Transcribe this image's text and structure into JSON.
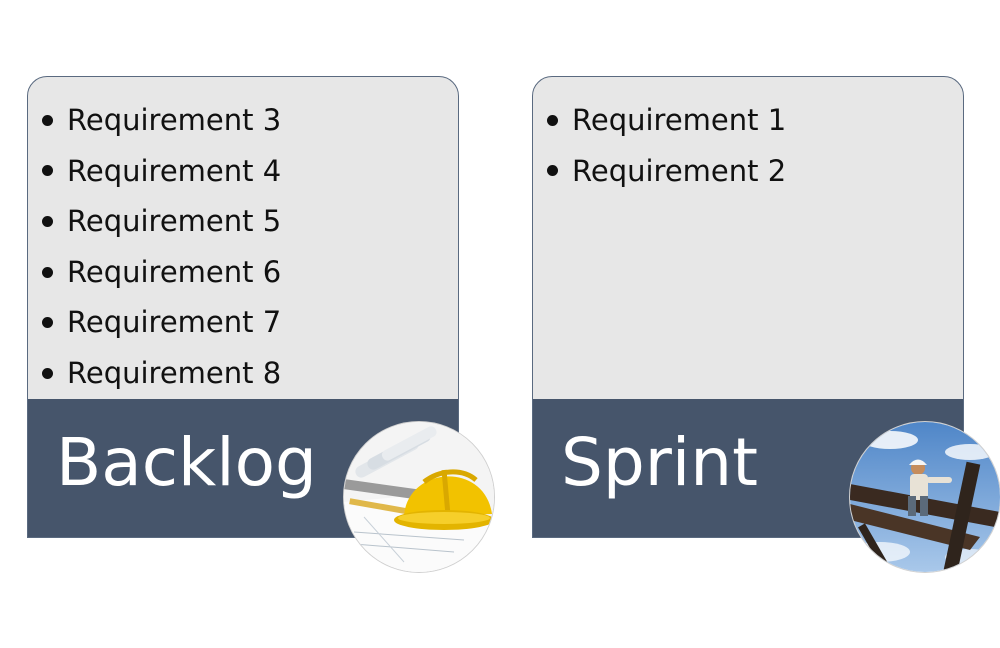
{
  "backlog": {
    "title": "Backlog",
    "items": [
      "Requirement 3",
      "Requirement 4",
      "Requirement 5",
      "Requirement 6",
      "Requirement 7",
      "Requirement 8"
    ]
  },
  "sprint": {
    "title": "Sprint",
    "items": [
      "Requirement 1",
      "Requirement 2"
    ]
  },
  "colors": {
    "card_fill": "#e7e7e7",
    "footer_fill": "#46556b",
    "border": "#5a6a80"
  }
}
